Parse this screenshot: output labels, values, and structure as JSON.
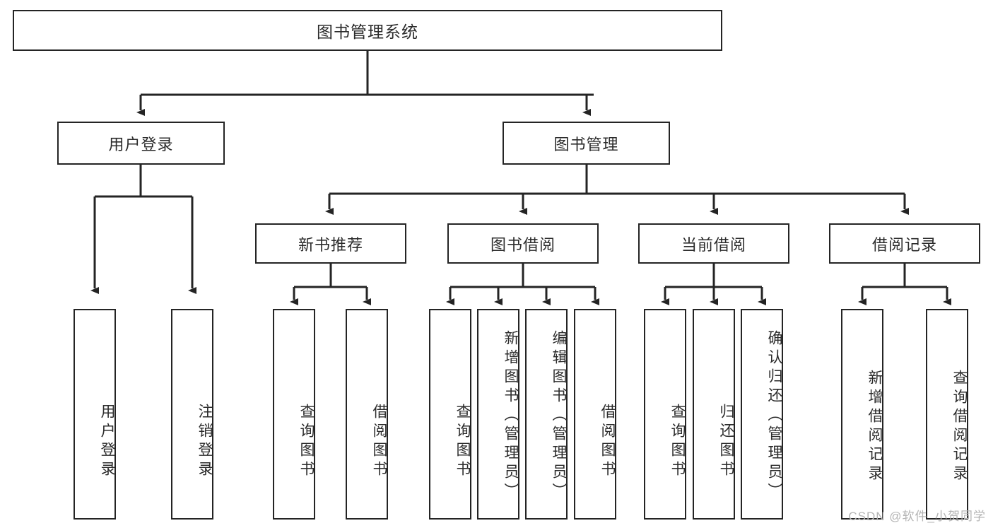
{
  "diagram": {
    "title": "图书管理系统",
    "root": {
      "id": "root",
      "label": "图书管理系统"
    },
    "level2": [
      {
        "id": "user-login",
        "label": "用户登录"
      },
      {
        "id": "book-management",
        "label": "图书管理"
      }
    ],
    "level3": [
      {
        "id": "new-book-recommend",
        "label": "新书推荐"
      },
      {
        "id": "book-borrow",
        "label": "图书借阅"
      },
      {
        "id": "current-borrow",
        "label": "当前借阅"
      },
      {
        "id": "borrow-record",
        "label": "借阅记录"
      }
    ],
    "leaves": {
      "user_login": [
        {
          "id": "leaf-user-login",
          "label": "用户登录"
        },
        {
          "id": "leaf-logout-login",
          "label": "注销登录"
        }
      ],
      "new_book_recommend": [
        {
          "id": "leaf-query-book-1",
          "label": "查询图书"
        },
        {
          "id": "leaf-borrow-book-1",
          "label": "借阅图书"
        }
      ],
      "book_borrow": [
        {
          "id": "leaf-query-book-2",
          "label": "查询图书"
        },
        {
          "id": "leaf-add-book",
          "label": "新增图书（管理员）"
        },
        {
          "id": "leaf-edit-book",
          "label": "编辑图书（管理员）"
        },
        {
          "id": "leaf-borrow-book-2",
          "label": "借阅图书"
        }
      ],
      "current_borrow": [
        {
          "id": "leaf-query-book-3",
          "label": "查询图书"
        },
        {
          "id": "leaf-return-book",
          "label": "归还图书"
        },
        {
          "id": "leaf-confirm-return",
          "label": "确认归还（管理员）"
        }
      ],
      "borrow_record": [
        {
          "id": "leaf-add-borrow-record",
          "label": "新增借阅记录"
        },
        {
          "id": "leaf-query-borrow-record",
          "label": "查询借阅记录"
        }
      ]
    },
    "watermark": "CSDN @软件_小贺同学",
    "colors": {
      "stroke": "#242424",
      "background": "#ffffff",
      "text": "#2b2b2b",
      "watermark": "#b4b4b4"
    }
  }
}
